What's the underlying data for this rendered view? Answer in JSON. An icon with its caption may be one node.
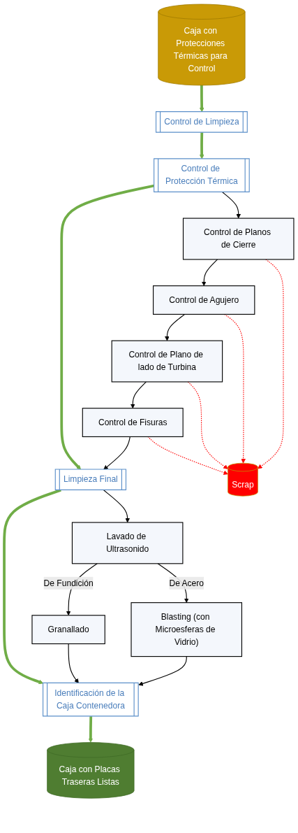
{
  "diagram": {
    "nodes": [
      {
        "text": [
          "Caja con Protecciones Térmicas para Control"
        ]
      },
      {
        "text": [
          "Control de Limpieza"
        ]
      },
      {
        "text": [
          "Control de Protección Térmica"
        ]
      },
      {
        "text": [
          "Control de Planos de Cierre"
        ]
      },
      {
        "text": [
          "Control de Agujero"
        ]
      },
      {
        "text": [
          "Control de Plano de lado de Turbina"
        ]
      },
      {
        "text": [
          "Control de Fisuras"
        ]
      },
      {
        "text": [
          "Limpieza Final"
        ]
      },
      {
        "text": [
          "Lavado de Ultrasonido"
        ]
      },
      {
        "text": [
          "Blasting (con Microesferas de Vidrio)"
        ]
      },
      {
        "text": [
          "Granallado"
        ]
      },
      {
        "text": [
          "Identificación de la Caja Contenedora"
        ]
      },
      {
        "text": [
          "Caja con Placas Traseras Listas"
        ]
      },
      {
        "text": [
          "Scrap"
        ]
      }
    ],
    "edges": [
      {
        "from": 0,
        "to": 1,
        "arrow": "to",
        "style": "thick",
        "color": "#70ad47"
      },
      {
        "from": 1,
        "to": 2,
        "arrow": "to",
        "style": "thick",
        "color": "#70ad47"
      },
      {
        "from": 2,
        "to": 3,
        "arrow": "to"
      },
      {
        "from": 3,
        "to": 4,
        "arrow": "to"
      },
      {
        "from": 4,
        "to": 5,
        "arrow": "to"
      },
      {
        "from": 5,
        "to": 6,
        "arrow": "to"
      },
      {
        "from": 6,
        "to": 7,
        "arrow": "to"
      },
      {
        "from": 2,
        "to": 7,
        "arrow": "to",
        "style": "thick",
        "color": "#70ad47"
      },
      {
        "from": 7,
        "to": 8,
        "arrow": "to"
      },
      {
        "from": 8,
        "to": 9,
        "label": "De Acero",
        "arrow": "to"
      },
      {
        "from": 8,
        "to": 10,
        "label": "De Fundición",
        "arrow": "to"
      },
      {
        "from": 9,
        "to": 11,
        "arrow": "to"
      },
      {
        "from": 10,
        "to": 11,
        "arrow": "to"
      },
      {
        "from": 7,
        "to": 11,
        "arrow": "to",
        "style": "thick",
        "color": "#70ad47"
      },
      {
        "from": 11,
        "to": 12,
        "arrow": "to",
        "style": "thick",
        "color": "#70ad47"
      },
      {
        "from": 3,
        "to": 13,
        "arrow": "to",
        "style": "dashed",
        "color": "#ff0000"
      },
      {
        "from": 4,
        "to": 13,
        "arrow": "to",
        "style": "dashed",
        "color": "#ff0000"
      },
      {
        "from": 5,
        "to": 13,
        "arrow": "to",
        "style": "dashed",
        "color": "#ff0000"
      },
      {
        "from": 6,
        "to": 13,
        "arrow": "to",
        "style": "dashed",
        "color": "#ff0000"
      }
    ]
  }
}
